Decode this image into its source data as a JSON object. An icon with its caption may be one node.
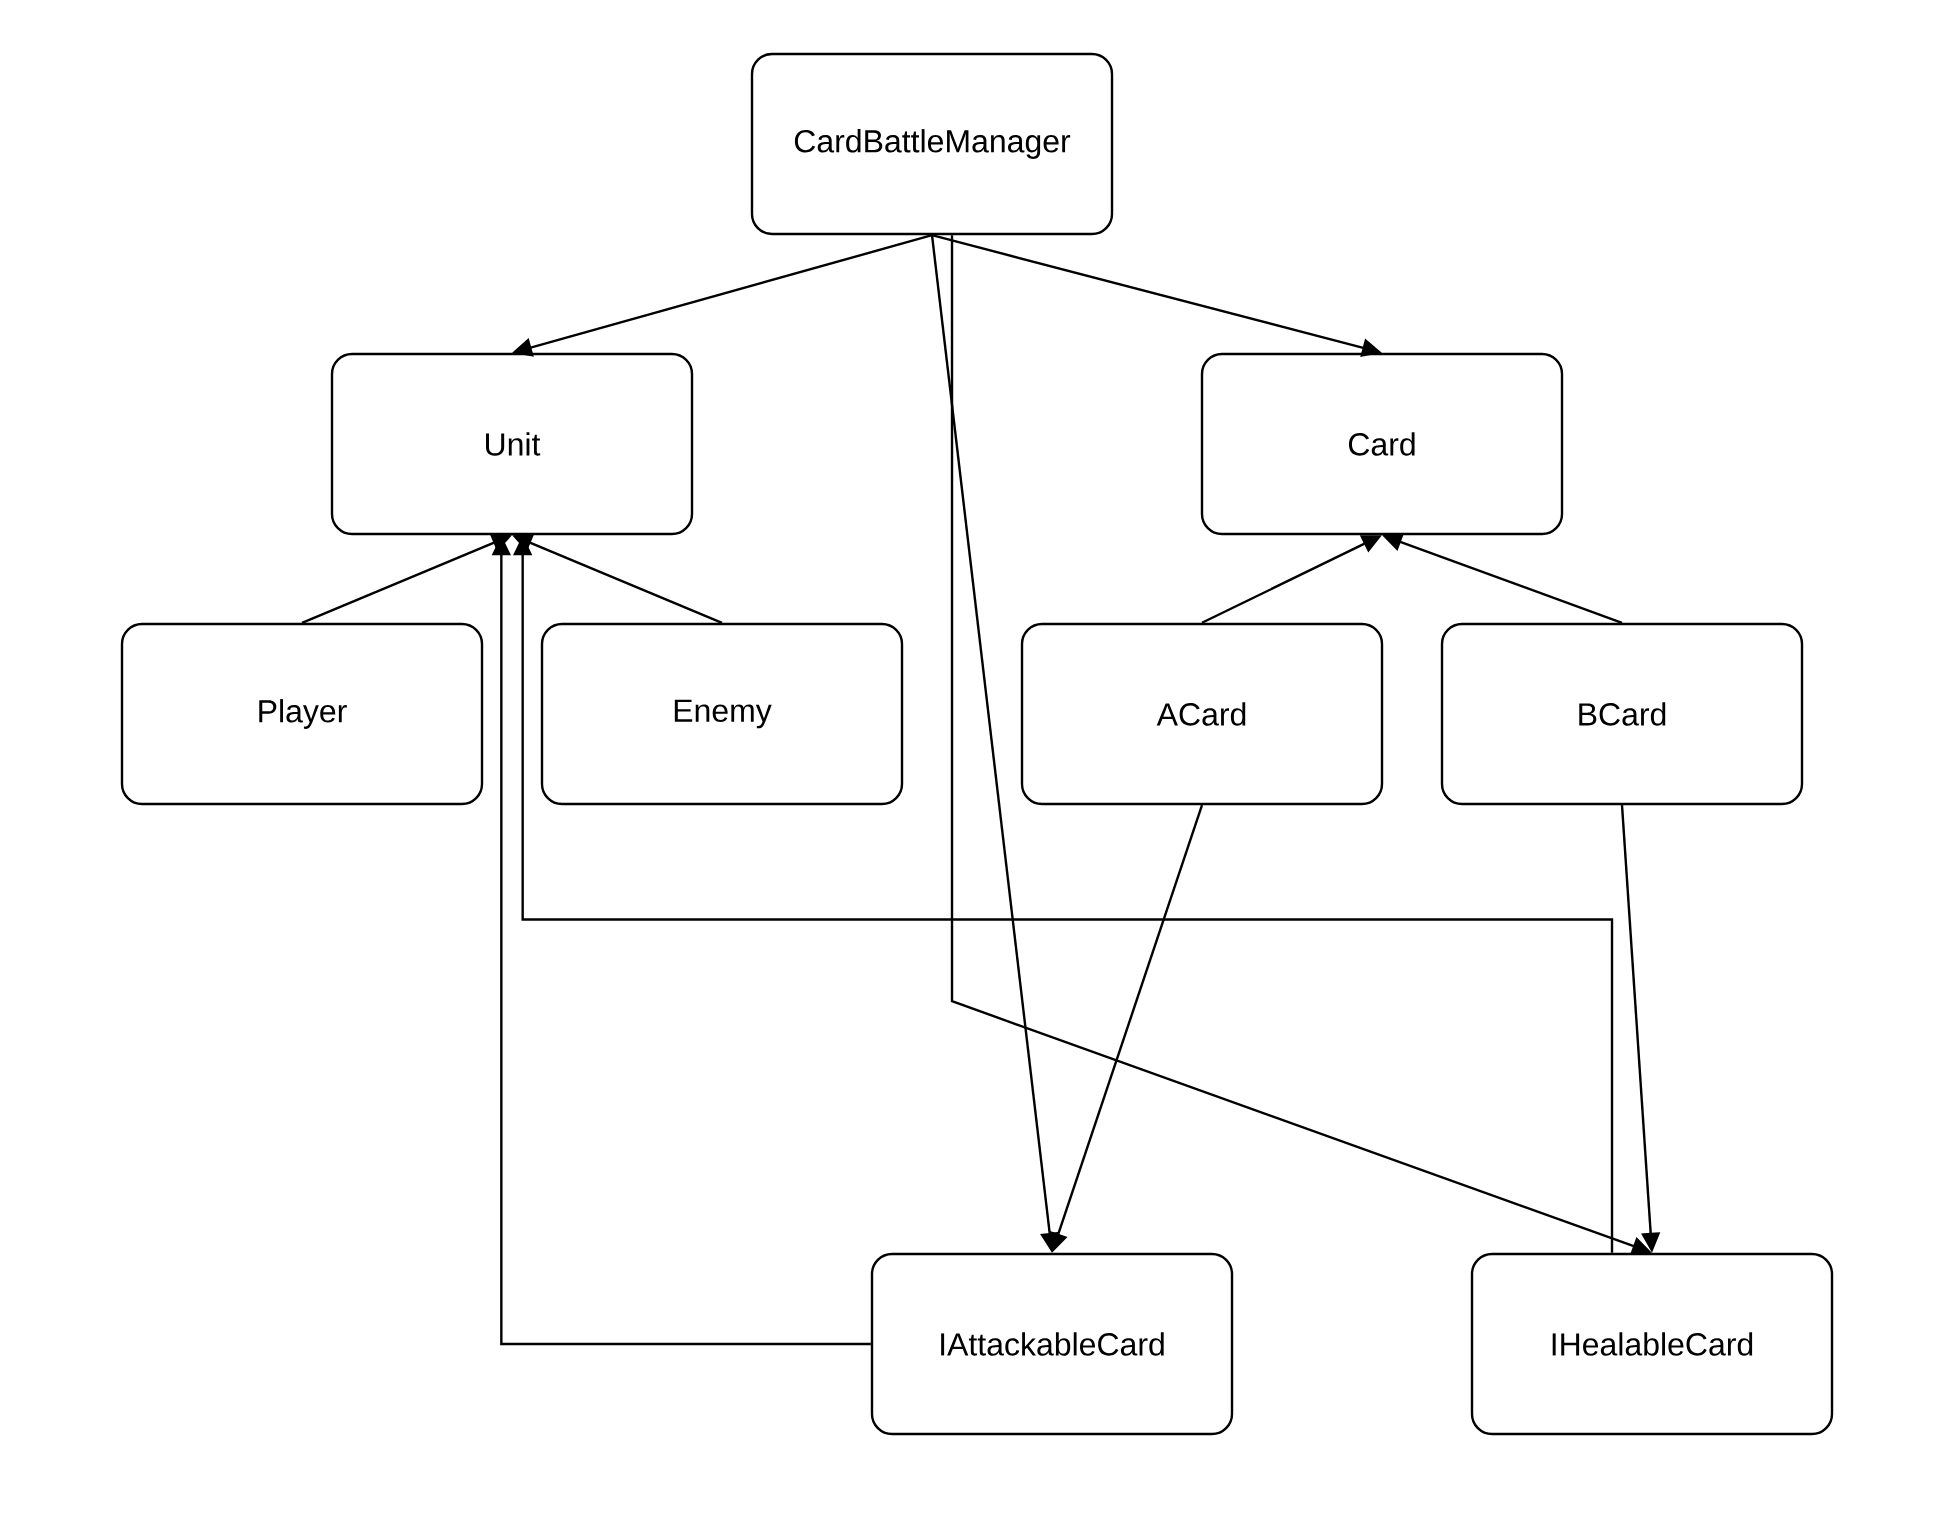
{
  "diagram": {
    "nodes": [
      {
        "text": [
          "CardBattleManager"
        ]
      },
      {
        "text": [
          "Unit"
        ]
      },
      {
        "text": [
          "Card"
        ]
      },
      {
        "text": [
          "Player"
        ]
      },
      {
        "text": [
          "Enemy"
        ]
      },
      {
        "text": [
          "ACard"
        ]
      },
      {
        "text": [
          "BCard"
        ]
      },
      {
        "text": [
          "IAttackableCard"
        ]
      },
      {
        "text": [
          "IHealableCard"
        ]
      }
    ],
    "edges": [
      {
        "from": 0,
        "to": 1,
        "arrow": "to"
      },
      {
        "from": 0,
        "to": 2,
        "arrow": "to"
      },
      {
        "from": 0,
        "to": 7,
        "arrow": "to"
      },
      {
        "from": 0,
        "to": 8,
        "arrow": "to"
      },
      {
        "from": 3,
        "to": 1,
        "arrow": "to"
      },
      {
        "from": 4,
        "to": 1,
        "arrow": "to"
      },
      {
        "from": 7,
        "to": 1,
        "arrow": "to"
      },
      {
        "from": 8,
        "to": 1,
        "arrow": "to"
      },
      {
        "from": 5,
        "to": 2,
        "arrow": "to"
      },
      {
        "from": 6,
        "to": 2,
        "arrow": "to"
      },
      {
        "from": 5,
        "to": 7,
        "arrow": "to"
      },
      {
        "from": 6,
        "to": 8,
        "arrow": "to"
      }
    ]
  }
}
